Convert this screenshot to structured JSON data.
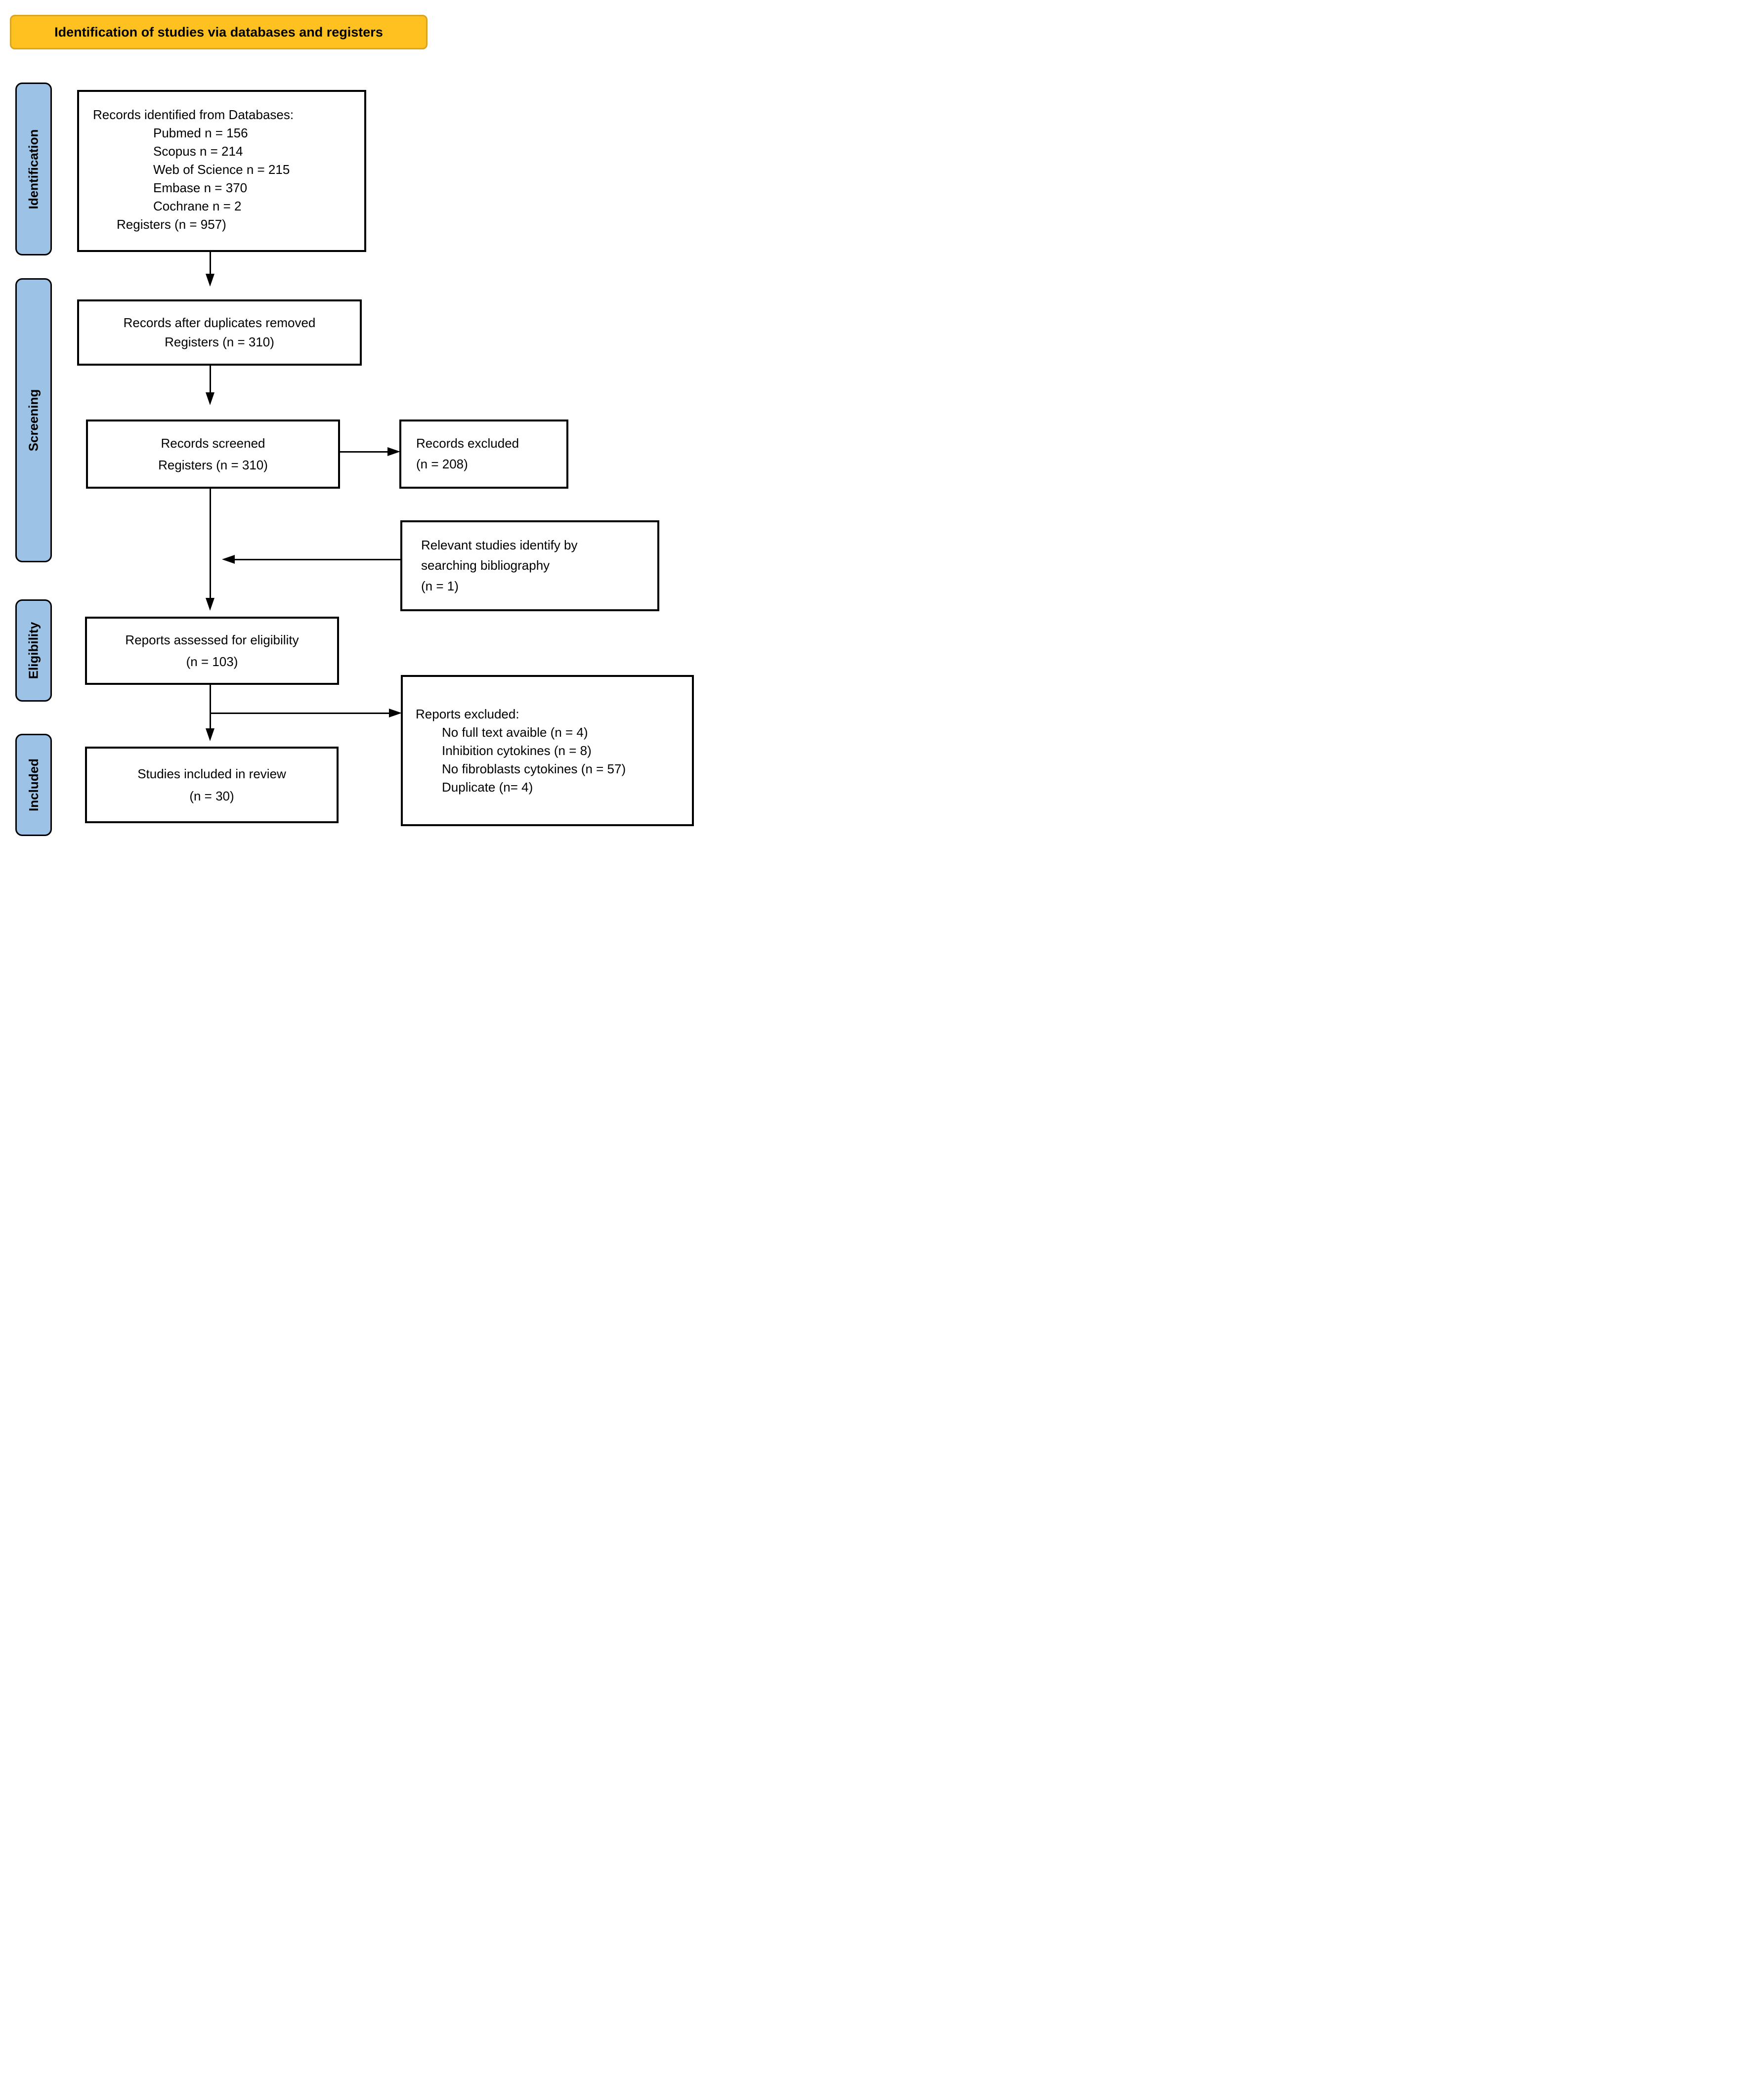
{
  "banner": {
    "title": "Identification of studies via databases and registers",
    "fill": "#FFC120",
    "border": "#D9A420"
  },
  "sidebar": {
    "fill": "#9CC3E6",
    "stages": [
      {
        "label": "Identification"
      },
      {
        "label": "Screening"
      },
      {
        "label": "Eligibility"
      },
      {
        "label": "Included"
      }
    ]
  },
  "boxes": {
    "records_identified": {
      "lines": [
        "Records identified from Databases:",
        "Pubmed n = 156",
        "Scopus n = 214",
        "Web of Science n = 215",
        "Embase n = 370",
        "Cochrane n = 2",
        "Registers (n = 957)"
      ]
    },
    "duplicates_removed": {
      "lines": [
        "Records after duplicates removed",
        "Registers (n = 310)"
      ]
    },
    "records_screened": {
      "lines": [
        "Records screened",
        "Registers (n = 310)"
      ]
    },
    "records_excluded": {
      "lines": [
        "Records excluded",
        "(n = 208)"
      ]
    },
    "bibliography": {
      "lines": [
        "Relevant studies identify by",
        "searching bibliography",
        "(n = 1)"
      ]
    },
    "reports_assessed": {
      "lines": [
        "Reports assessed for eligibility",
        "(n = 103)"
      ]
    },
    "reports_excluded": {
      "lines": [
        "Reports excluded:",
        "No full text avaible (n = 4)",
        "Inhibition cytokines (n = 8)",
        "No fibroblasts cytokines (n = 57)",
        "Duplicate (n= 4)"
      ]
    },
    "studies_included": {
      "lines": [
        "Studies included in review",
        "(n = 30)"
      ]
    }
  }
}
